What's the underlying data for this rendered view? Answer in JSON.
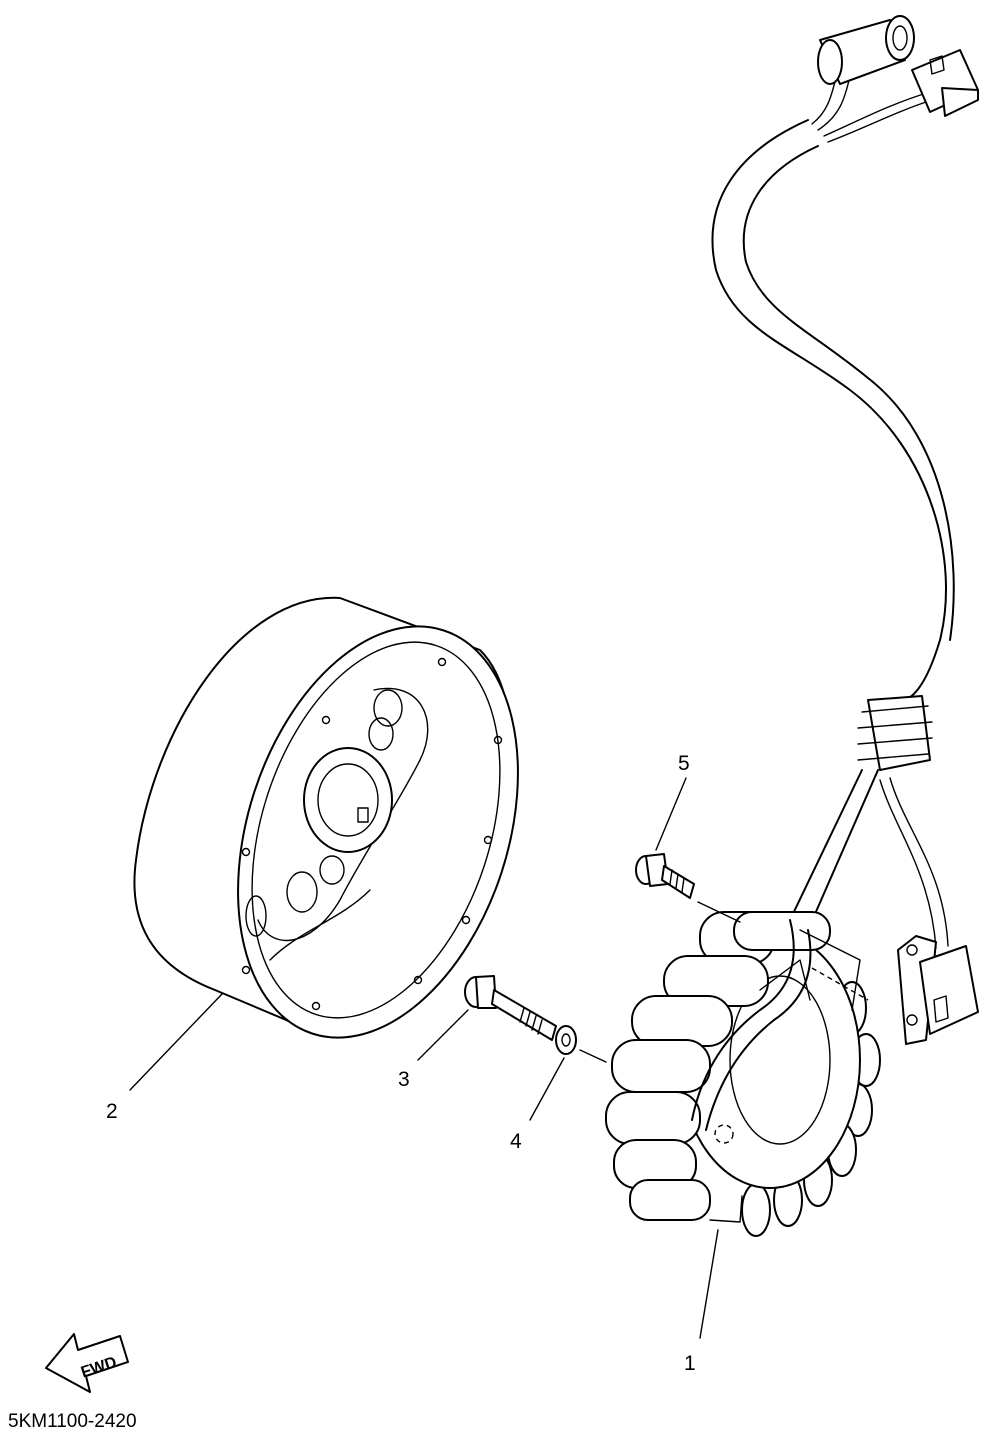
{
  "callouts": [
    {
      "label": "1"
    },
    {
      "label": "2"
    },
    {
      "label": "3"
    },
    {
      "label": "4"
    },
    {
      "label": "5"
    }
  ],
  "fwd_label": "FWD",
  "diagram_code": "5KM1100-2420",
  "colors": {
    "ink": "#000000",
    "paper": "#ffffff"
  }
}
